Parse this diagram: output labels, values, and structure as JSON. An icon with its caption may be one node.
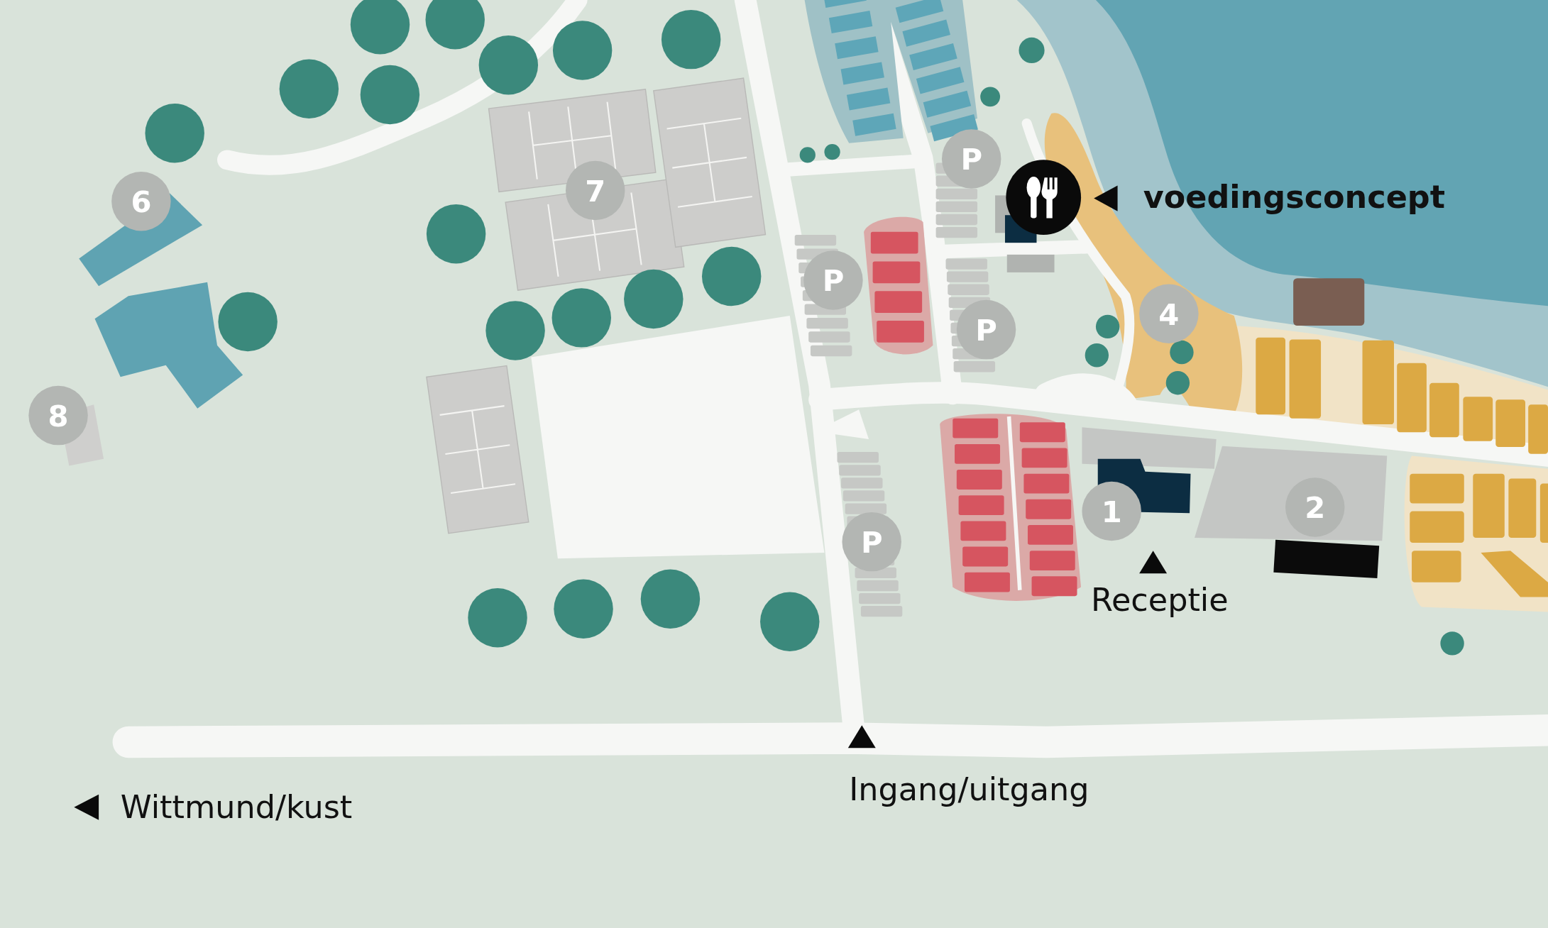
{
  "diagram": {
    "nodes": [
      {
        "text": [
          "P"
        ]
      },
      {
        "text": [
          "7"
        ]
      },
      {
        "text": [
          "6"
        ]
      },
      {
        "text": [
          "P"
        ]
      },
      {
        "text": [
          "4"
        ]
      },
      {
        "text": [
          "P"
        ]
      },
      {
        "text": [
          "8"
        ]
      },
      {
        "text": [
          "2"
        ]
      },
      {
        "text": [
          "1"
        ]
      },
      {
        "text": [
          "P"
        ]
      }
    ],
    "labels": [
      "voedingsconcept",
      "Receptie",
      "Ingang/uitgang",
      "Wittmund/kust"
    ]
  }
}
